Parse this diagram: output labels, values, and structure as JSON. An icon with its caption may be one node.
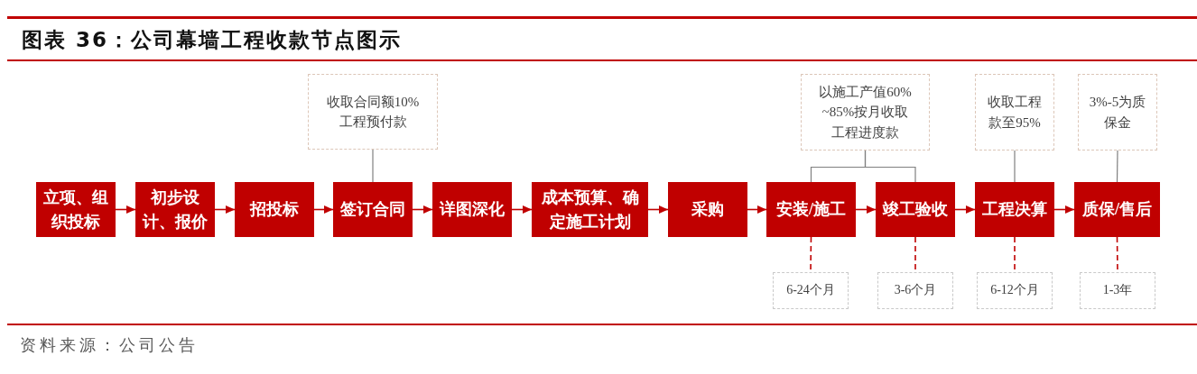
{
  "diagram": {
    "title": "图表 36：公司幕墙工程收款节点图示",
    "caption": "资料来源：公司公告",
    "nodes": [
      {
        "text": [
          "立项、组织投标"
        ]
      },
      {
        "text": [
          "初步设计、报价"
        ]
      },
      {
        "text": [
          "招投标"
        ]
      },
      {
        "text": [
          "签订合同"
        ]
      },
      {
        "text": [
          "详图深化"
        ]
      },
      {
        "text": [
          "成本预算、确定施工计划"
        ]
      },
      {
        "text": [
          "采购"
        ]
      },
      {
        "text": [
          "安装/施工"
        ]
      },
      {
        "text": [
          "竣工验收"
        ]
      },
      {
        "text": [
          "工程决算"
        ]
      },
      {
        "text": [
          "质保/售后"
        ]
      },
      {
        "text": [
          "收取合同额10%工程预付款"
        ]
      },
      {
        "text": [
          "以施工产值60%~85%按月收取工程进度款"
        ]
      },
      {
        "text": [
          "收取工程款至95%"
        ]
      },
      {
        "text": [
          "3%-5为质保金"
        ]
      },
      {
        "text": [
          "6-24个月"
        ]
      },
      {
        "text": [
          "3-6个月"
        ]
      },
      {
        "text": [
          "6-12个月"
        ]
      },
      {
        "text": [
          "1-3年"
        ]
      }
    ],
    "edges": [
      {
        "from": 0,
        "to": 1,
        "arrow": "to"
      },
      {
        "from": 1,
        "to": 2,
        "arrow": "to"
      },
      {
        "from": 2,
        "to": 3,
        "arrow": "to"
      },
      {
        "from": 3,
        "to": 4,
        "arrow": "to"
      },
      {
        "from": 4,
        "to": 5,
        "arrow": "to"
      },
      {
        "from": 5,
        "to": 6,
        "arrow": "to"
      },
      {
        "from": 6,
        "to": 7,
        "arrow": "to"
      },
      {
        "from": 7,
        "to": 8,
        "arrow": "to"
      },
      {
        "from": 8,
        "to": 9,
        "arrow": "to"
      },
      {
        "from": 9,
        "to": 10,
        "arrow": "to"
      },
      {
        "from": 11,
        "to": 3,
        "arrow": "none",
        "color": "#808080"
      },
      {
        "from": 12,
        "to": 7,
        "arrow": "none",
        "color": "#808080"
      },
      {
        "from": 12,
        "to": 8,
        "arrow": "none",
        "color": "#808080"
      },
      {
        "from": 13,
        "to": 9,
        "arrow": "none",
        "color": "#808080"
      },
      {
        "from": 14,
        "to": 10,
        "arrow": "none",
        "color": "#808080"
      },
      {
        "from": 7,
        "to": 15,
        "arrow": "none",
        "style": "dashed"
      },
      {
        "from": 8,
        "to": 16,
        "arrow": "none",
        "style": "dashed"
      },
      {
        "from": 9,
        "to": 17,
        "arrow": "none",
        "style": "dashed"
      },
      {
        "from": 10,
        "to": 18,
        "arrow": "none",
        "style": "dashed"
      }
    ]
  }
}
